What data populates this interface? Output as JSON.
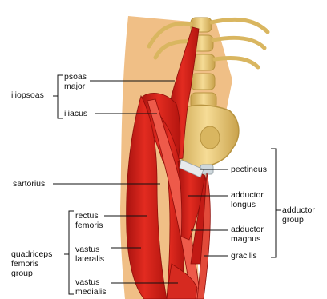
{
  "labels": {
    "iliopsoas": "iliopsoas",
    "psoas_major": "psoas\nmajor",
    "iliacus": "iliacus",
    "sartorius": "sartorius",
    "quadriceps_group": "quadriceps\nfemoris\ngroup",
    "rectus_femoris": "rectus\nfemoris",
    "vastus_lateralis": "vastus\nlateralis",
    "vastus_medialis": "vastus\nmedialis",
    "pectineus": "pectineus",
    "adductor_longus": "adductor\nlongus",
    "adductor_magnus": "adductor\nmagnus",
    "gracilis": "gracilis",
    "adductor_group": "adductor\ngroup"
  },
  "colors": {
    "muscle": "#d8211c",
    "muscle_dark": "#a01010",
    "muscle_light": "#ee5a4a",
    "bone": "#f2d48a",
    "bone_dark": "#b89440",
    "skin": "#f0bf86",
    "line": "#111111"
  }
}
